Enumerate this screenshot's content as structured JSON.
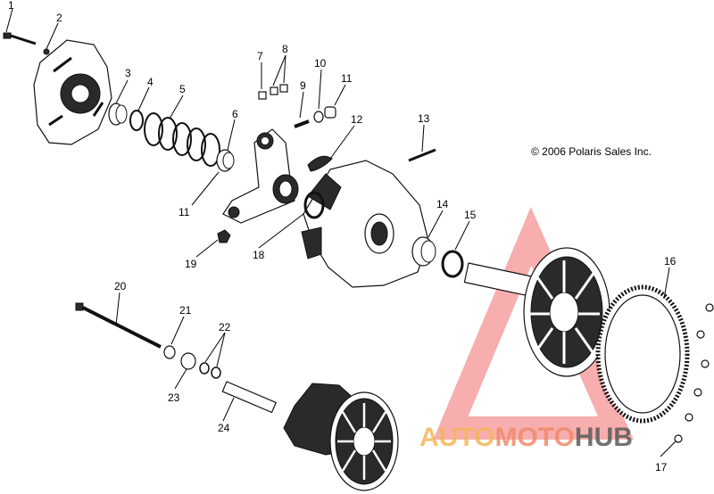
{
  "copyright": "© 2006 Polaris Sales Inc.",
  "callouts": [
    "1",
    "2",
    "3",
    "4",
    "5",
    "6",
    "7",
    "8",
    "9",
    "10",
    "11",
    "12",
    "13",
    "11",
    "14",
    "15",
    "16",
    "17",
    "18",
    "19",
    "20",
    "21",
    "22",
    "23",
    "24"
  ],
  "watermark": {
    "part1": "AUTO",
    "part2": "MOTO",
    "part3": "HUB",
    "color_auto": "#f5b75c",
    "color_moto": "#f08a6a",
    "color_hub": "#5a5a5a",
    "triangle_color": "#f26b6b"
  }
}
